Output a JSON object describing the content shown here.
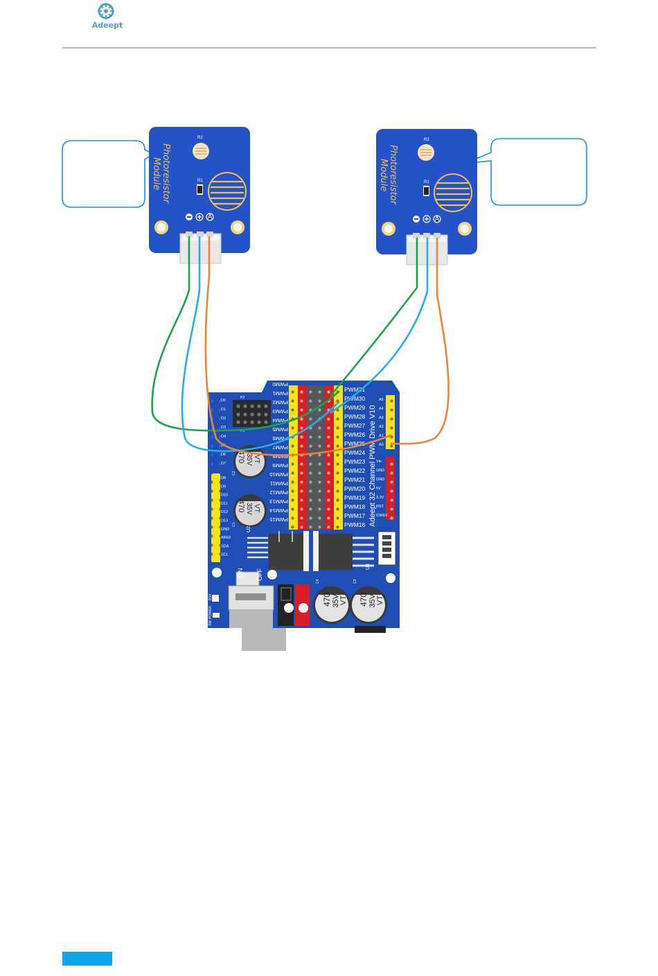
{
  "header": {
    "brand": "Adeept"
  },
  "left_module": {
    "title_line1": "Photoresistor",
    "title_line2": "Module",
    "r2": "R2",
    "r1": "R1"
  },
  "right_module": {
    "title_line1": "Photoresistor",
    "title_line2": "Module",
    "r2": "R2",
    "r1": "R1"
  },
  "board": {
    "vertical_title": "Adeept  32  Channel  PWM  Drive  V10",
    "pwm_right": [
      "PWM31",
      "PWM30",
      "PWM29",
      "PWM28",
      "PWM27",
      "PWM26",
      "PWM25",
      "PWM24",
      "PWM23",
      "PWM22",
      "PWM21",
      "PWM20",
      "PWM19",
      "PWM18",
      "PWM17",
      "PWM16"
    ],
    "pwm_left": [
      "PWM0",
      "PWM1",
      "PWM2",
      "PWM3",
      "PWM4",
      "PWM5",
      "PWM6",
      "PWM7",
      "PWM8",
      "PWM9",
      "PWM10",
      "PWM11",
      "PWM12",
      "PWM13",
      "PWM14",
      "PWM15"
    ],
    "d_pins": [
      "D0",
      "D1",
      "D2",
      "D3",
      "D4",
      "D5",
      "D6",
      "D7"
    ],
    "yellow_header_pins": [
      "D8",
      "D9",
      "D10",
      "D11",
      "D12",
      "D13",
      "GND",
      "AREF",
      "SDA",
      "SCL"
    ],
    "analog_pins": [
      "A5",
      "A4",
      "A3",
      "A2",
      "A1",
      "A0"
    ],
    "power_pins": [
      "Vin",
      "GND",
      "GND",
      "5V",
      "3.3V",
      "RST",
      "IOREF"
    ],
    "cap_labels": [
      "470",
      "35V",
      "VT"
    ],
    "switch_on": "ON",
    "switch_off": "OFF",
    "silk": {
      "p2": "P2",
      "p3": "P3",
      "u2": "U2",
      "u3": "U3",
      "c1": "C1",
      "c2": "C2",
      "c3": "C3",
      "c4": "C4",
      "r14": "R14",
      "power": "POWER",
      "sw": "SW"
    }
  },
  "colors": {
    "board_blue": "#1f4fb5",
    "module_blue": "#2353c6",
    "wire_green": "#1aa34a",
    "wire_blue": "#25aee6",
    "wire_orange": "#e8853a",
    "callout": "#1d8ee0",
    "footer": "#0ea5e9"
  },
  "icons": [
    "adeept-logo-icon",
    "minus-icon",
    "plus-icon",
    "signal-a-icon"
  ]
}
